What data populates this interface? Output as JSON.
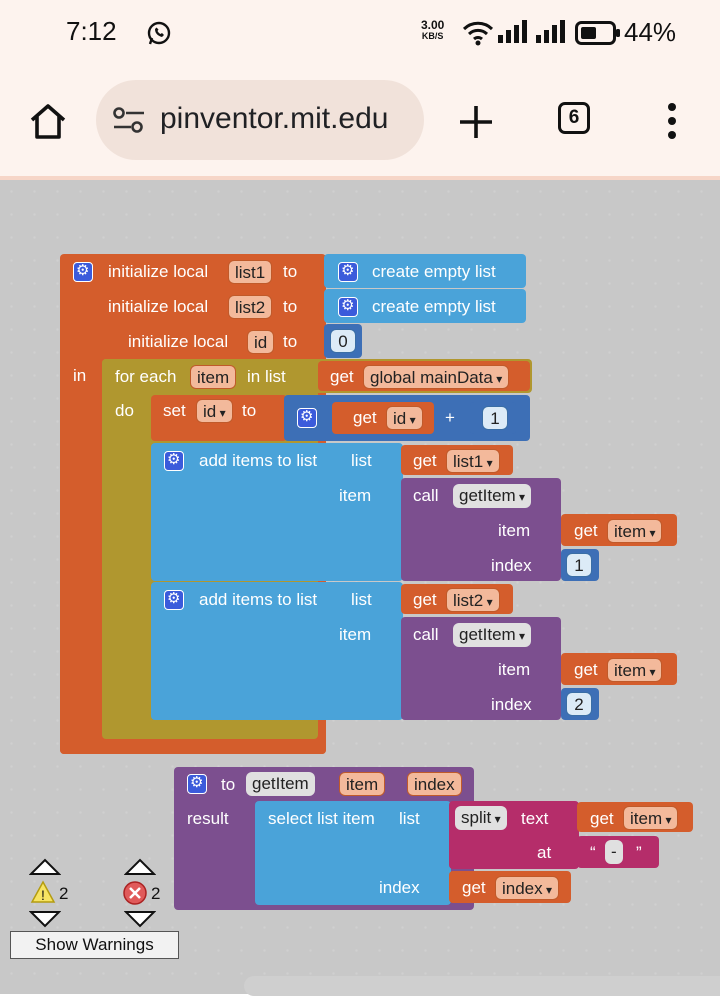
{
  "status_bar": {
    "time": "7:12",
    "net_speed_value": "3.00",
    "net_speed_unit": "KB/S",
    "battery_percent": "44%"
  },
  "browser": {
    "url": "pinventor.mit.edu",
    "tab_count": "6"
  },
  "blocks": {
    "init1_label": "initialize local",
    "init1_var": "list1",
    "init2_label": "initialize local",
    "init2_var": "list2",
    "init3_label": "initialize local",
    "init3_var": "id",
    "to_label": "to",
    "create_empty_list": "create empty list",
    "zero": "0",
    "in_label": "in",
    "for_each_label": "for each",
    "item_var": "item",
    "in_list_label": "in list",
    "get_label": "get",
    "global_main_data": "global mainData",
    "do_label": "do",
    "set_label": "set",
    "id_var": "id",
    "plus": "+",
    "one": "1",
    "two": "2",
    "add_items_label": "add items to list",
    "list_label": "list",
    "item_label": "item",
    "index_label": "index",
    "call_label": "call",
    "get_item_proc": "getItem",
    "list1_var": "list1",
    "list2_var": "list2",
    "to_proc_label": "to",
    "param_item": "item",
    "param_index": "index",
    "result_label": "result",
    "select_list_item": "select list item",
    "split_label": "split",
    "text_label": "text",
    "at_label": "at",
    "quote_open": "“",
    "dash": "-",
    "quote_close": "”"
  },
  "warnings": {
    "warning_count": "2",
    "error_count": "2",
    "show_warnings": "Show Warnings"
  },
  "colors": {
    "variables_orange": "#d45d2c",
    "lists_blue": "#4aa3d9",
    "control_olive": "#b0972f",
    "procedures_purple": "#7c4f8f",
    "math_blue": "#3d6fb6",
    "text_magenta": "#b52d6a"
  }
}
